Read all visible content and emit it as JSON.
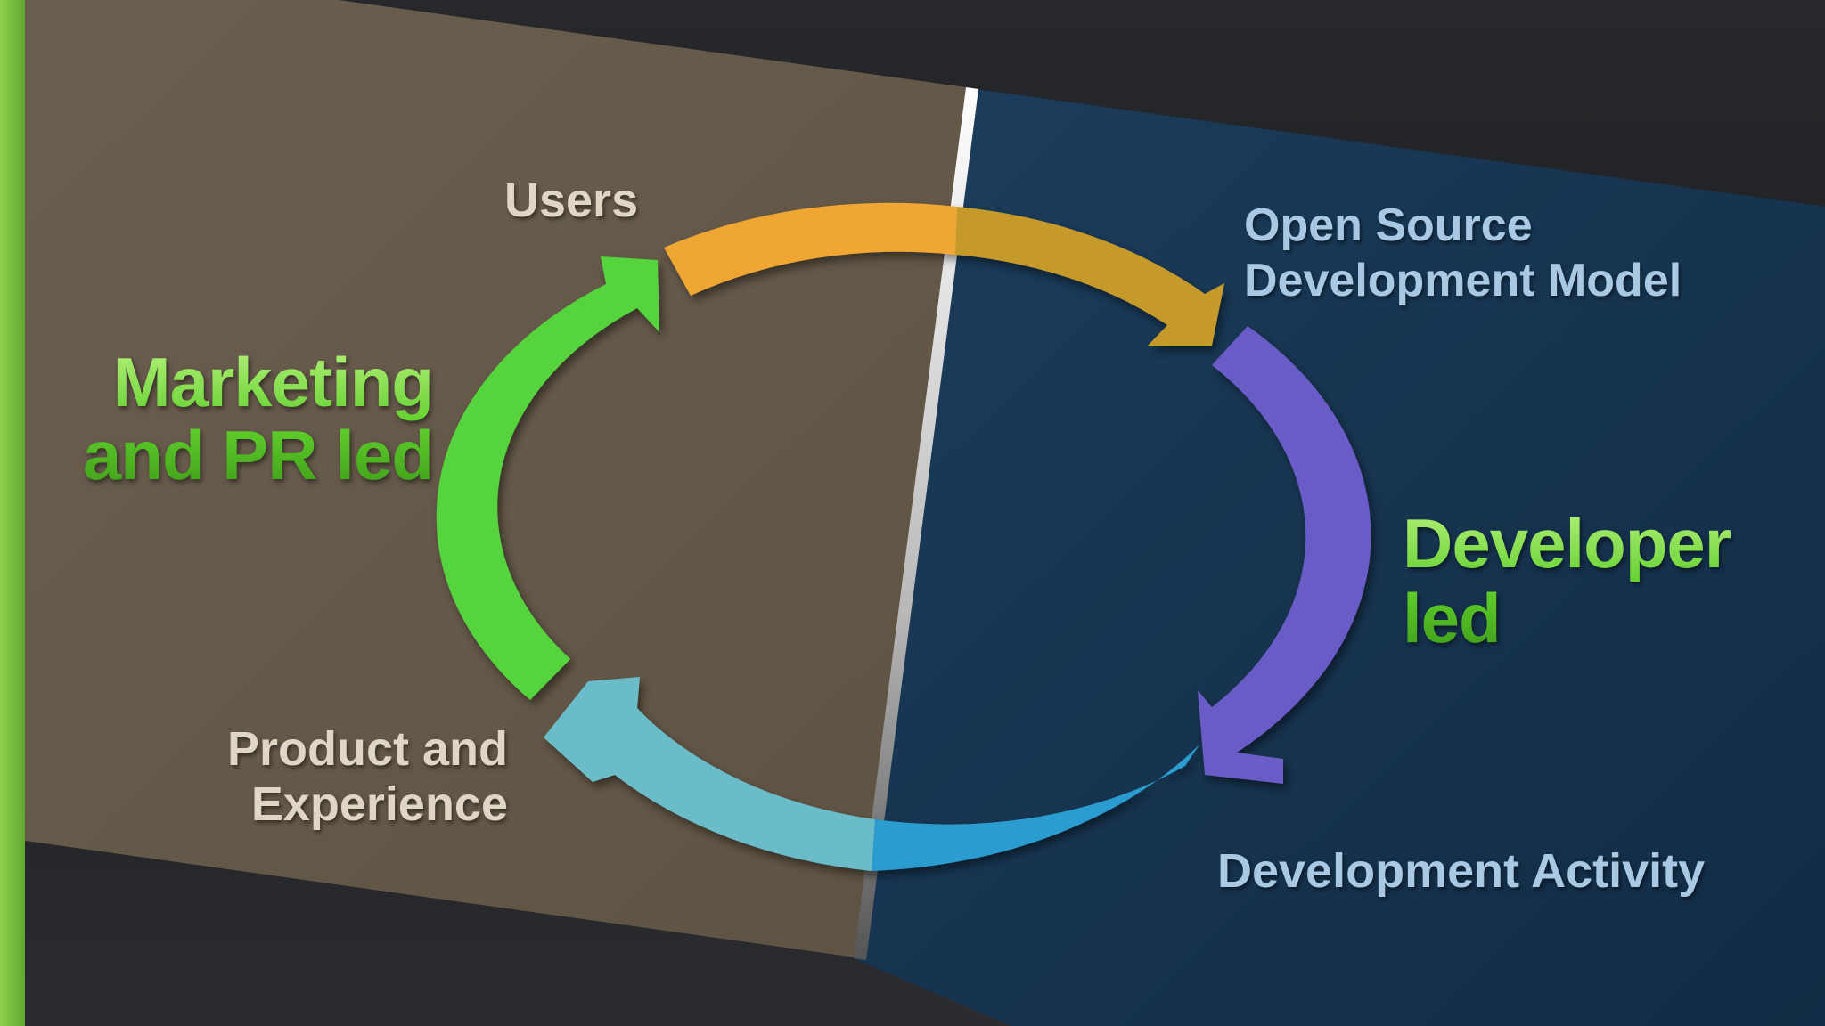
{
  "diagram": {
    "labels": {
      "users": "Users",
      "marketing": [
        "Marketing",
        "and PR led"
      ],
      "product": [
        "Product and",
        "Experience"
      ],
      "open_source": [
        "Open Source",
        "Development Model"
      ],
      "developer": [
        "Developer",
        "led"
      ],
      "activity": "Development Activity"
    },
    "cycle": [
      {
        "name": "users-arrow",
        "color": "#f0a632"
      },
      {
        "name": "open-source-arrow",
        "color": "#c59a2c"
      },
      {
        "name": "developer-arrow",
        "color": "#6a5bc6"
      },
      {
        "name": "activity-arrow",
        "color": "#2a9ccf"
      },
      {
        "name": "product-arrow",
        "color": "#6bbcc8"
      },
      {
        "name": "marketing-arrow",
        "color": "#54d43c"
      }
    ],
    "panels": {
      "left_color": "#65594a",
      "right_color": "#163652",
      "accent": "#7cc443"
    }
  }
}
